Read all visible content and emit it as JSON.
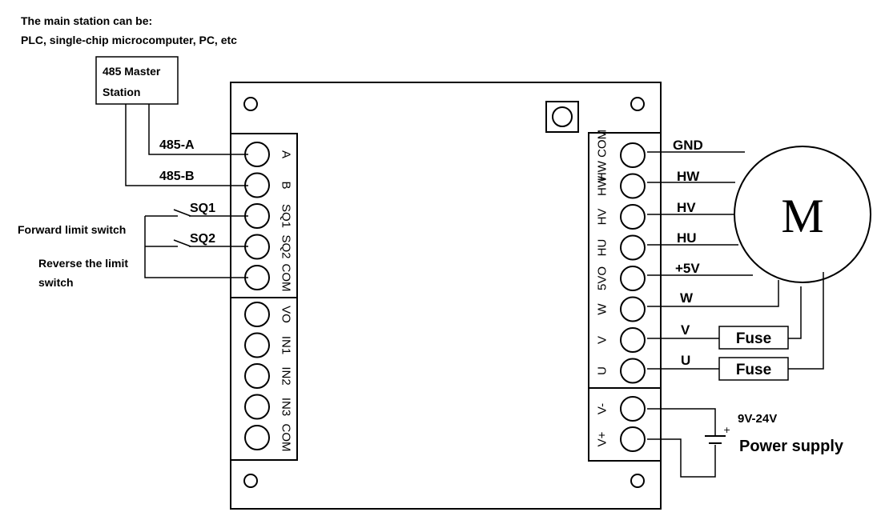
{
  "header": {
    "line1": "The main station can be:",
    "line2": "PLC, single-chip microcomputer, PC, etc"
  },
  "master": {
    "line1": "485 Master",
    "line2": "Station"
  },
  "wires": {
    "a": "485-A",
    "b": "485-B",
    "sq1": "SQ1",
    "sq2": "SQ2",
    "gnd": "GND",
    "hw": "HW",
    "hv": "HV",
    "hu": "HU",
    "p5v": "+5V",
    "w": "W",
    "v": "V",
    "u": "U"
  },
  "switches": {
    "forward": "Forward limit switch",
    "reverse1": "Reverse the limit",
    "reverse2": "switch"
  },
  "left_terminals": {
    "top": [
      "A",
      "B",
      "SQ1",
      "SQ2",
      "COM"
    ],
    "bottom": [
      "VO",
      "IN1",
      "IN2",
      "IN3",
      "COM"
    ]
  },
  "right_terminals": {
    "top": [
      "HW COM",
      "HW",
      "HV",
      "HU",
      "5VO",
      "W",
      "V",
      "U"
    ],
    "bottom": [
      "V-",
      "V+"
    ]
  },
  "fuse": "Fuse",
  "motor": "M",
  "power": {
    "voltage": "9V-24V",
    "label": "Power supply"
  }
}
